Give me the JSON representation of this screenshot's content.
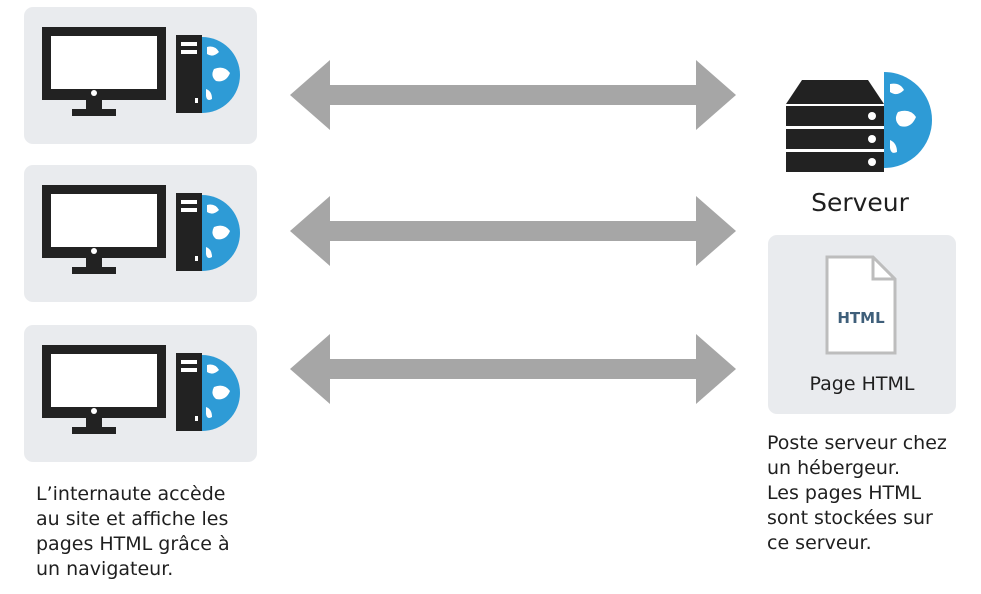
{
  "server": {
    "label": "Serveur"
  },
  "html_page": {
    "badge": "HTML",
    "label": "Page HTML"
  },
  "captions": {
    "client": [
      "L’internaute accède",
      "au site et affiche les",
      "pages HTML grâce à",
      "un navigateur."
    ],
    "server": [
      "Poste serveur chez",
      "un hébergeur.",
      "Les pages HTML",
      "sont stockées sur",
      "ce serveur."
    ]
  },
  "colors": {
    "box": "#e9ebee",
    "device": "#222222",
    "globe": "#2e9bd6",
    "arrow": "#a6a6a6"
  },
  "icons": [
    "monitor-icon",
    "tower-icon",
    "globe-icon",
    "server-icon",
    "html-file-icon",
    "double-arrow-icon"
  ]
}
